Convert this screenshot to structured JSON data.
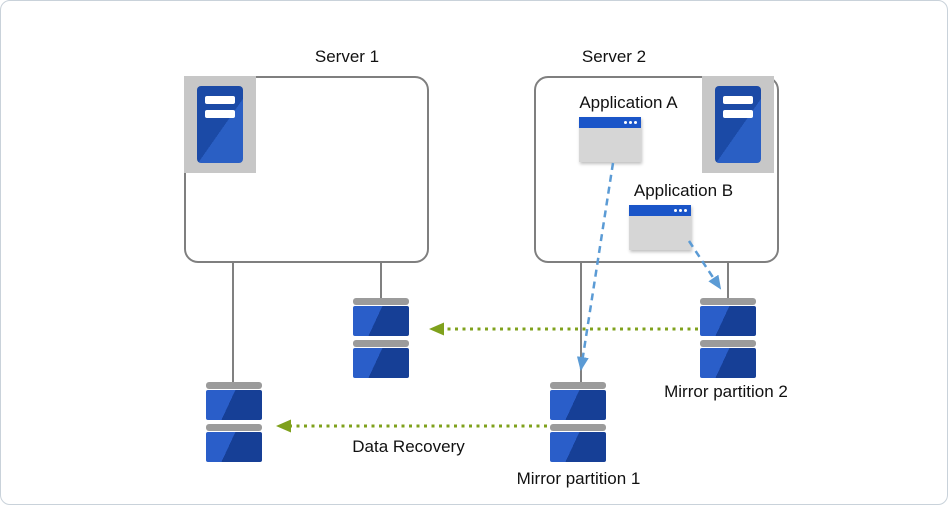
{
  "labels": {
    "server1": "Server 1",
    "server2": "Server 2",
    "application_a": "Application A",
    "application_b": "Application B",
    "mirror_partition_1": "Mirror partition 1",
    "mirror_partition_2": "Mirror partition 2",
    "data_recovery": "Data Recovery"
  },
  "icons": {
    "server": "server-tower-icon",
    "application": "application-window-icon",
    "disk": "disk-stack-icon"
  },
  "colors": {
    "primary_blue": "#1b4aa6",
    "titlebar_blue": "#1a55c8",
    "icon_gray": "#c7c7c7",
    "connector_gray": "#808080",
    "dashed_arrow_blue": "#5b9bd5",
    "dotted_arrow_green": "#7fa11c",
    "border_gray": "#c9d2da"
  }
}
